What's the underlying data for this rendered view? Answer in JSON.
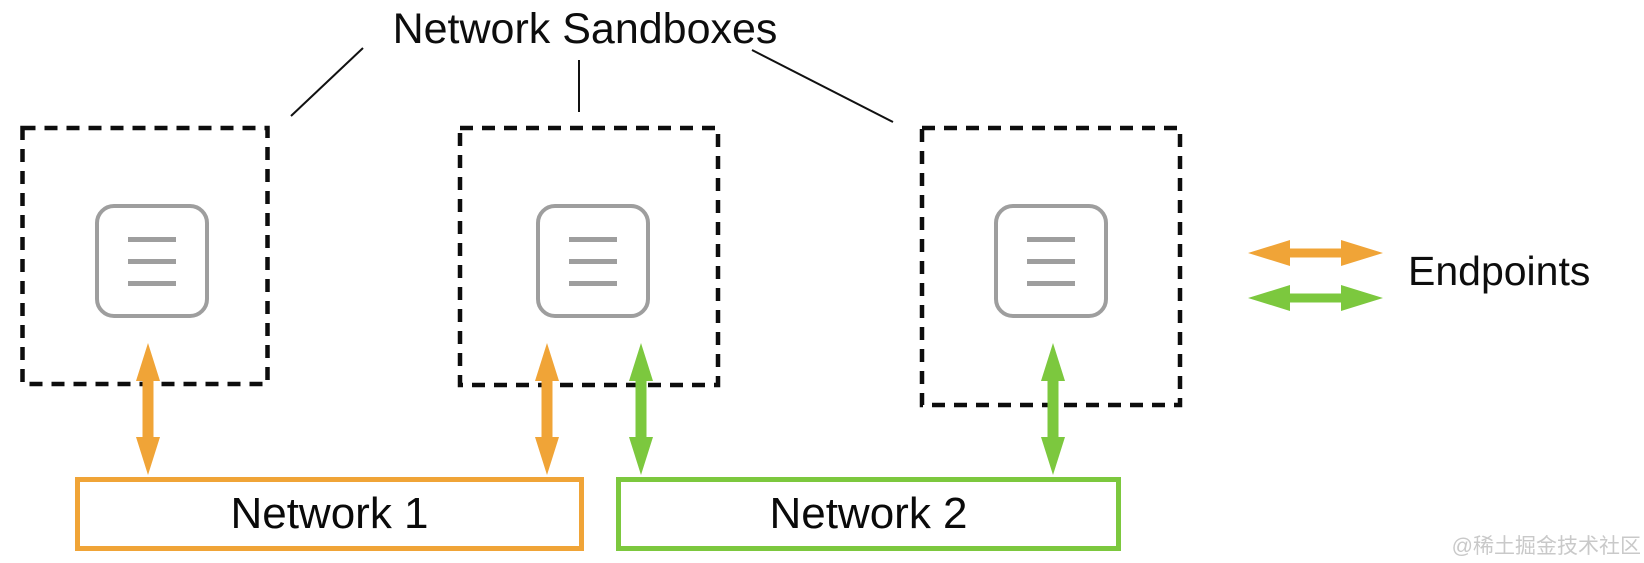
{
  "title": "Network Sandboxes",
  "legend": {
    "label": "Endpoints"
  },
  "networks": [
    {
      "id": "network-1",
      "label": "Network 1",
      "color": "#F0A437"
    },
    {
      "id": "network-2",
      "label": "Network 2",
      "color": "#7CC83E"
    }
  ],
  "sandboxes": [
    {
      "id": "sandbox-1",
      "contains": "container-icon",
      "endpoints": [
        "network-1"
      ]
    },
    {
      "id": "sandbox-2",
      "contains": "container-icon",
      "endpoints": [
        "network-1",
        "network-2"
      ]
    },
    {
      "id": "sandbox-3",
      "contains": "container-icon",
      "endpoints": [
        "network-2"
      ]
    }
  ],
  "colors": {
    "orange": "#F0A437",
    "green": "#7CC83E",
    "icon_gray": "#9E9E9E",
    "line_black": "#0D0D0D",
    "watermark_gray": "#C9C9C9"
  },
  "watermark": "@稀土掘金技术社区"
}
